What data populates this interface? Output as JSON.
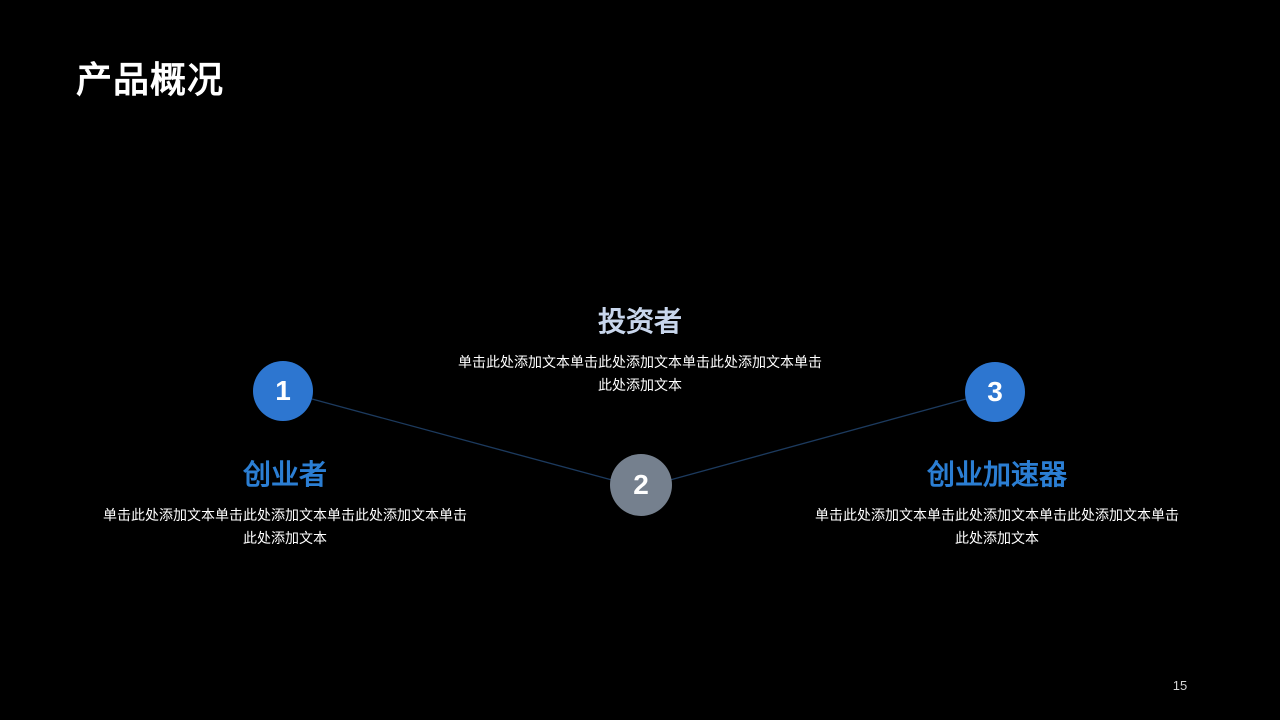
{
  "slide": {
    "title": "产品概况",
    "page_number": "15"
  },
  "colors": {
    "background": "#000000",
    "title_text": "#ffffff",
    "body_text": "#ffffff",
    "blue_heading": "#2b7ed3",
    "light_blue_heading": "#c8d6ec",
    "blue_circle": "#2d76d0",
    "gray_circle": "#75808e",
    "connector_line": "#1c3a5e",
    "page_number_text": "#d4d4d4"
  },
  "diagram": {
    "items": [
      {
        "number": "1",
        "label": "创业者",
        "description_line1": "单击此处添加文本单击此处添加文本单击此处添加文本单击",
        "description_line2": "此处添加文本"
      },
      {
        "number": "2",
        "label": "投资者",
        "description_line1": "单击此处添加文本单击此处添加文本单击此处添加文本单击",
        "description_line2": "此处添加文本"
      },
      {
        "number": "3",
        "label": "创业加速器",
        "description_line1": "单击此处添加文本单击此处添加文本单击此处添加文本单击",
        "description_line2": "此处添加文本"
      }
    ]
  }
}
